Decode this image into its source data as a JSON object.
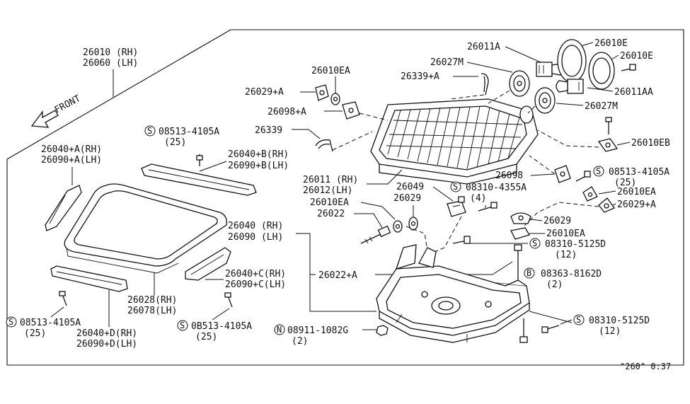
{
  "diagram": {
    "footer_code": "^260^ 0:37",
    "front_label": "FRONT",
    "callouts": {
      "c26010": [
        "26010 (RH)",
        "26060 (LH)"
      ],
      "c26040a": [
        "26040+A(RH)",
        "26090+A(LH)"
      ],
      "c26040b": [
        "26040+B(RH)",
        "26090+B(LH)"
      ],
      "c26040": [
        "26040 (RH)",
        "26090 (LH)"
      ],
      "c26040c": [
        "26040+C(RH)",
        "26090+C(LH)"
      ],
      "c26040d": [
        "26040+D(RH)",
        "26090+D(LH)"
      ],
      "c26028": [
        "26028(RH)",
        "26078(LH)"
      ],
      "c26011": [
        "26011 (RH)",
        "26012(LH)"
      ],
      "s08513_top": [
        "08513-4105A",
        "(25)"
      ],
      "s08513_left": [
        "08513-4105A",
        "(25)"
      ],
      "s08513_mid": [
        "0B513-4105A",
        "(25)"
      ],
      "s08513_right": [
        "08513-4105A",
        "(25)"
      ],
      "s08310_4355": [
        "08310-4355A",
        "(4)"
      ],
      "s08310_5125a": [
        "08310-5125D",
        "(12)"
      ],
      "s08310_5125b": [
        "08310-5125D",
        "(12)"
      ],
      "b08363": [
        "08363-8162D",
        "(2)"
      ],
      "n08911": [
        "08911-1082G",
        "(2)"
      ],
      "p26010ea_top": "26010EA",
      "p26029a_top": "26029+A",
      "p26098a": "26098+A",
      "p26339": "26339",
      "p26339a": "26339+A",
      "p26011a": "26011A",
      "p26027m_top": "26027M",
      "p26010e_1": "26010E",
      "p26010e_2": "26010E",
      "p26011aa": "26011AA",
      "p26027m_right": "26027M",
      "p26010eb": "26010EB",
      "p26098": "26098",
      "p26010ea_right": "26010EA",
      "p26029a_right": "26029+A",
      "p26029_right": "26029",
      "p26010ea_low": "26010EA",
      "p26049": "26049",
      "p26029_mid": "26029",
      "p26010ea_mid": "26010EA",
      "p26022": "26022",
      "p26022a": "26022+A"
    },
    "symbols": {
      "screw": "S",
      "bolt": "B",
      "nut": "N"
    }
  }
}
